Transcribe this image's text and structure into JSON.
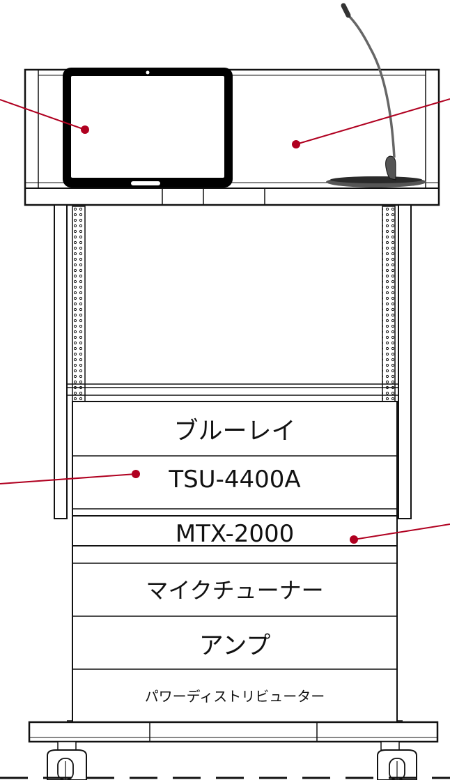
{
  "rack_units": [
    {
      "label": "ブルーレイ"
    },
    {
      "label": "TSU-4400A"
    },
    {
      "label": "MTX-2000"
    },
    {
      "label": "マイクチューナー"
    },
    {
      "label": "アンプ"
    },
    {
      "label": "パワーディストリビューター"
    }
  ],
  "colors": {
    "outline": "#111111",
    "callout": "#b00020",
    "tablet_bezel": "#000000",
    "background": "#ffffff"
  },
  "icons": {
    "tablet": "tablet-icon",
    "microphone": "gooseneck-microphone-icon",
    "caster": "caster-wheel-icon"
  }
}
